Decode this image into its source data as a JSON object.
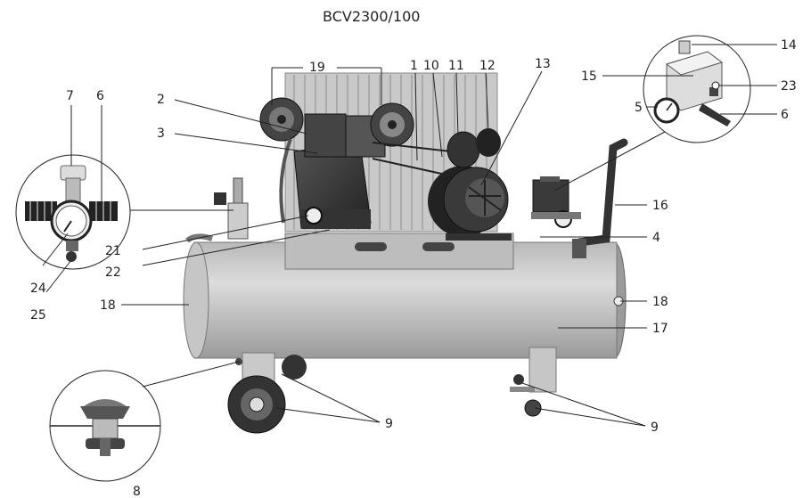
{
  "title": "BCV2300/100",
  "labels": {
    "l1": "1",
    "l2": "2",
    "l3": "3",
    "l4": "4",
    "l5": "5",
    "l6a": "6",
    "l6b": "6",
    "l7": "7",
    "l8": "8",
    "l9a": "9",
    "l9b": "9",
    "l10": "10",
    "l11": "11",
    "l12": "12",
    "l13": "13",
    "l14": "14",
    "l15": "15",
    "l16": "16",
    "l17": "17",
    "l18a": "18",
    "l18b": "18",
    "l19": "19",
    "l21": "21",
    "l22": "22",
    "l23": "23",
    "l24": "24",
    "l25": "25"
  }
}
